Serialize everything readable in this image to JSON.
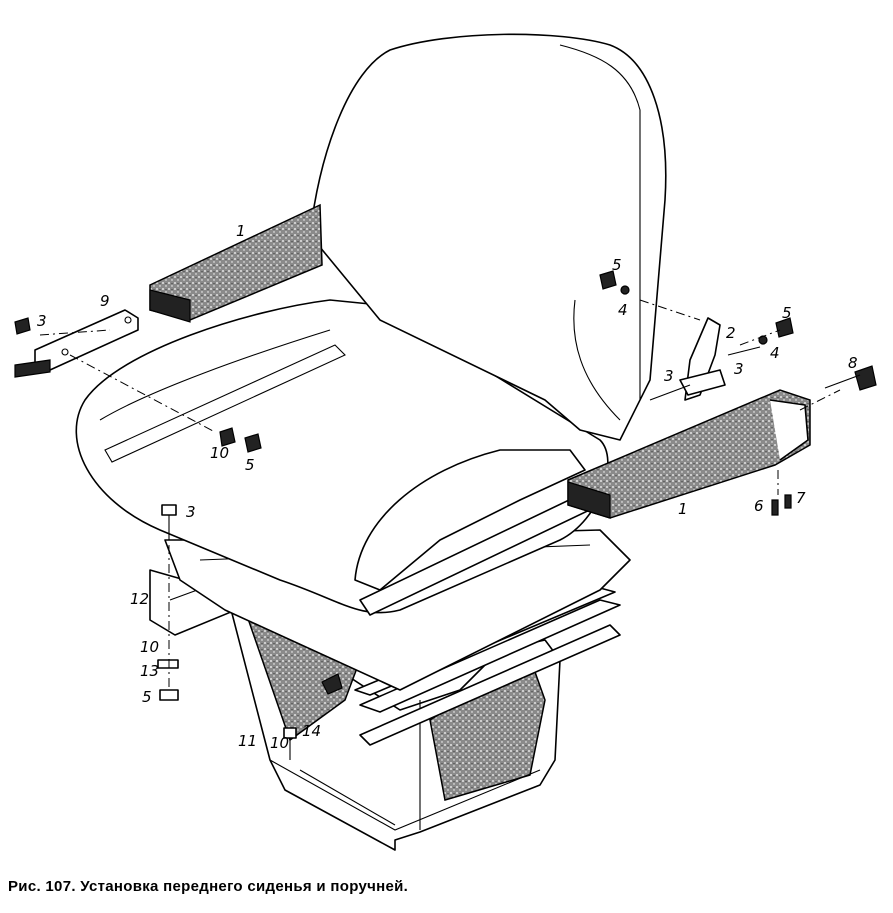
{
  "figure": {
    "caption": "Рис. 107. Установка переднего сиденья и поручней.",
    "callouts": [
      "1",
      "1",
      "2",
      "3",
      "3",
      "3",
      "3",
      "4",
      "4",
      "5",
      "5",
      "5",
      "5",
      "6",
      "7",
      "8",
      "9",
      "10",
      "10",
      "10",
      "11",
      "12",
      "13",
      "14"
    ]
  },
  "parts": {
    "seat": "seat-assembly",
    "armrests": [
      "armrest-left",
      "armrest-right"
    ],
    "handrail": "handrail-bar",
    "slide_frame": "seat-slide-frame",
    "pedestal": "seat-pedestal"
  }
}
